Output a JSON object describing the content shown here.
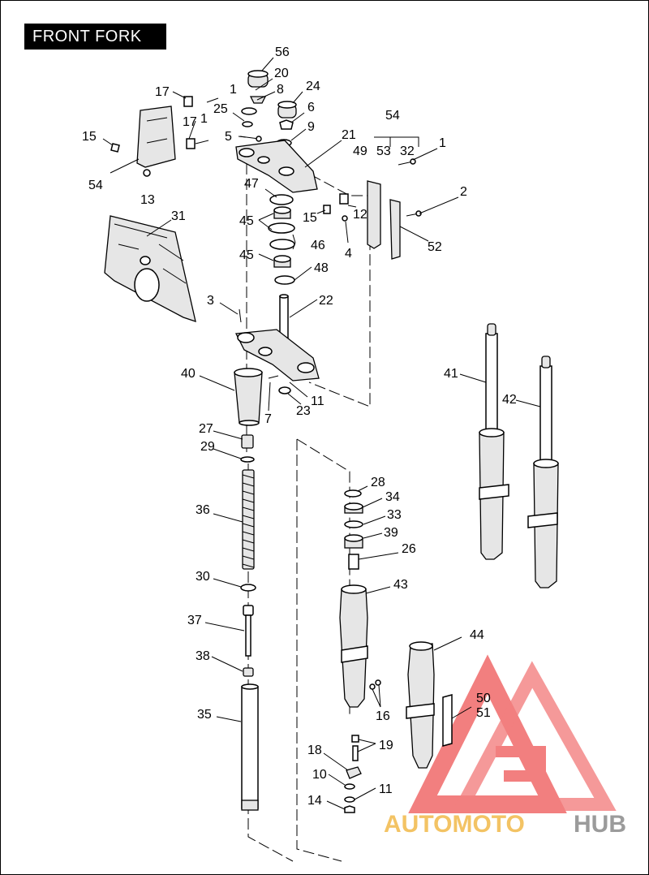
{
  "title": "FRONT FORK",
  "callouts": {
    "c56": "56",
    "c20": "20",
    "c8": "8",
    "c24": "24",
    "c6": "6",
    "c9": "9",
    "c25": "25",
    "c5": "5",
    "c21": "21",
    "c17a": "17",
    "c1a": "1",
    "c17b": "17",
    "c1b": "1",
    "c15a": "15",
    "c54a": "54",
    "c13": "13",
    "c54b": "54",
    "c49": "49",
    "c53": "53",
    "c32": "32",
    "c1c": "1",
    "c2": "2",
    "c47": "47",
    "c45a": "45",
    "c15b": "15",
    "c12": "12",
    "c46": "46",
    "c4": "4",
    "c45b": "45",
    "c48": "48",
    "c52": "52",
    "c31": "31",
    "c3": "3",
    "c22": "22",
    "c40": "40",
    "c11a": "11",
    "c7": "7",
    "c23": "23",
    "c41": "41",
    "c42": "42",
    "c27": "27",
    "c29": "29",
    "c28": "28",
    "c34": "34",
    "c33": "33",
    "c39": "39",
    "c26": "26",
    "c36": "36",
    "c30": "30",
    "c43": "43",
    "c37": "37",
    "c44": "44",
    "c38": "38",
    "c50": "50",
    "c51": "51",
    "c16": "16",
    "c35": "35",
    "c18": "18",
    "c19": "19",
    "c10": "10",
    "c11b": "11",
    "c14": "14"
  },
  "watermark": {
    "part1": "AUTOMOTO",
    "part2": "HUB"
  },
  "colors": {
    "watermark_red": "#ee5555",
    "watermark_gold": "#f2b94a",
    "watermark_gray": "#8a8a8a"
  }
}
